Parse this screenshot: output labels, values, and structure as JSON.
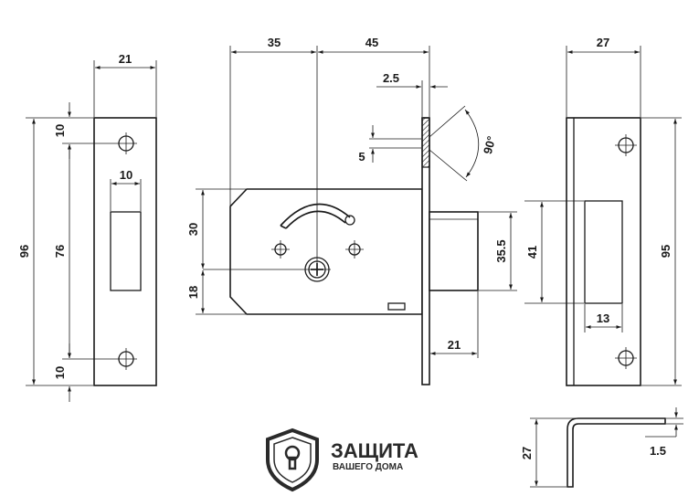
{
  "dimensions": {
    "left_plate": {
      "width": "21",
      "height_total": "96",
      "hole_spacing": "76",
      "top_offset": "10",
      "bottom_offset": "10",
      "slot_width": "10"
    },
    "lock_body": {
      "backset": "35",
      "front_depth": "45",
      "faceplate_thickness": "2.5",
      "hook_offset": "5",
      "hook_angle": "90°",
      "body_upper": "30",
      "body_lower": "18",
      "bolt_height": "35.5",
      "bolt_throw": "21"
    },
    "strike_plate": {
      "width": "27",
      "height_total": "95",
      "slot_height": "41",
      "slot_width": "13"
    },
    "angle_profile": {
      "leg": "27",
      "thickness": "1.5"
    }
  },
  "logo": {
    "line1": "ЗАЩИТА",
    "line2": "ВАШЕГО ДОМА"
  },
  "colors": {
    "ink": "#1a1a1a",
    "logo": "#2a2a2a"
  }
}
